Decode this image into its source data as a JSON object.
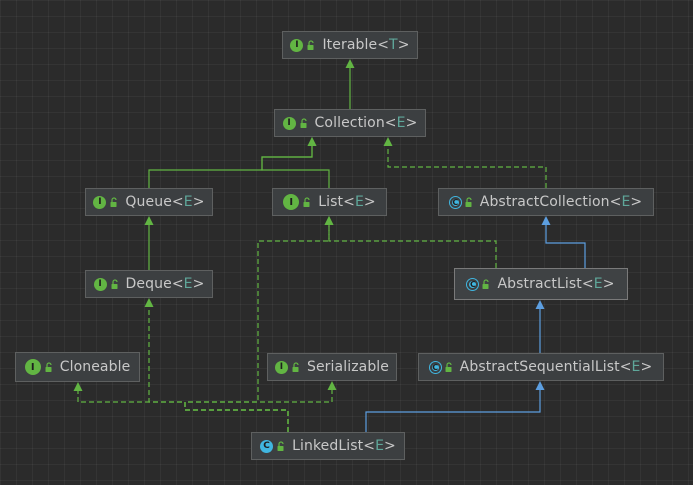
{
  "colors": {
    "background": "#2b2b2b",
    "node_fill": "#3c3f41",
    "node_border": "#5e6060",
    "text": "#c8c8c8",
    "type_param": "#5fa79a",
    "interface_icon": "#62b543",
    "class_icon": "#40b6e0",
    "extends_interface_edge": "#62b543",
    "implements_edge": "#62b543",
    "extends_class_edge": "#5c9ee0"
  },
  "nodes": [
    {
      "id": "iterable",
      "name": "Iterable",
      "type_param": "T",
      "kind": "interface",
      "icon_letter": "I",
      "icon": "interface-icon"
    },
    {
      "id": "collection",
      "name": "Collection",
      "type_param": "E",
      "kind": "interface",
      "icon_letter": "I",
      "icon": "interface-icon"
    },
    {
      "id": "queue",
      "name": "Queue",
      "type_param": "E",
      "kind": "interface",
      "icon_letter": "I",
      "icon": "interface-icon"
    },
    {
      "id": "list",
      "name": "List",
      "type_param": "E",
      "kind": "interface",
      "icon_letter": "I",
      "icon": "interface-icon"
    },
    {
      "id": "abstract-collection",
      "name": "AbstractCollection",
      "type_param": "E",
      "kind": "abstract",
      "icon_letter": "C",
      "icon": "abstract-class-icon"
    },
    {
      "id": "deque",
      "name": "Deque",
      "type_param": "E",
      "kind": "interface",
      "icon_letter": "I",
      "icon": "interface-icon"
    },
    {
      "id": "abstract-list",
      "name": "AbstractList",
      "type_param": "E",
      "kind": "abstract",
      "icon_letter": "C",
      "icon": "abstract-class-icon"
    },
    {
      "id": "cloneable",
      "name": "Cloneable",
      "type_param": "",
      "kind": "interface",
      "icon_letter": "I",
      "icon": "interface-icon"
    },
    {
      "id": "serializable",
      "name": "Serializable",
      "type_param": "",
      "kind": "interface",
      "icon_letter": "I",
      "icon": "interface-icon"
    },
    {
      "id": "abstract-sequential-list",
      "name": "AbstractSequentialList",
      "type_param": "E",
      "kind": "abstract",
      "icon_letter": "C",
      "icon": "abstract-class-icon"
    },
    {
      "id": "linked-list",
      "name": "LinkedList",
      "type_param": "E",
      "kind": "class",
      "icon_letter": "C",
      "icon": "class-icon"
    }
  ],
  "edges": [
    {
      "from": "collection",
      "to": "iterable",
      "style": "extends-interface"
    },
    {
      "from": "queue",
      "to": "collection",
      "style": "extends-interface"
    },
    {
      "from": "list",
      "to": "collection",
      "style": "extends-interface"
    },
    {
      "from": "abstract-collection",
      "to": "collection",
      "style": "implements"
    },
    {
      "from": "deque",
      "to": "queue",
      "style": "extends-interface"
    },
    {
      "from": "abstract-list",
      "to": "list",
      "style": "implements"
    },
    {
      "from": "abstract-list",
      "to": "abstract-collection",
      "style": "extends-class"
    },
    {
      "from": "abstract-sequential-list",
      "to": "abstract-list",
      "style": "extends-class"
    },
    {
      "from": "linked-list",
      "to": "abstract-sequential-list",
      "style": "extends-class"
    },
    {
      "from": "linked-list",
      "to": "deque",
      "style": "implements"
    },
    {
      "from": "linked-list",
      "to": "list",
      "style": "implements"
    },
    {
      "from": "linked-list",
      "to": "cloneable",
      "style": "implements"
    },
    {
      "from": "linked-list",
      "to": "serializable",
      "style": "implements"
    }
  ]
}
